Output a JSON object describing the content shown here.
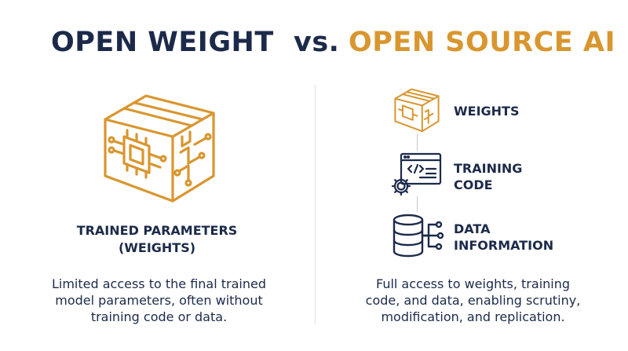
{
  "header": {
    "left_title": "OPEN WEIGHT",
    "vs": "vs.",
    "right_title": "OPEN SOURCE AI"
  },
  "left": {
    "icon": "weights-box-icon",
    "label_line1": "TRAINED PARAMETERS",
    "label_line2": "(WEIGHTS)",
    "desc_line1": "Limited access to the final trained",
    "desc_line2": "model parameters, often without",
    "desc_line3": "training code or data."
  },
  "right": {
    "items": [
      {
        "icon": "weights-box-icon",
        "line1": "WEIGHTS",
        "line2": ""
      },
      {
        "icon": "training-code-icon",
        "line1": "TRAINING",
        "line2": "CODE"
      },
      {
        "icon": "database-icon",
        "line1": "DATA",
        "line2": "INFORMATION"
      }
    ],
    "desc_line1": "Full access to weights, training",
    "desc_line2": "code, and data, enabling scrutiny,",
    "desc_line3": "modification, and replication."
  },
  "colors": {
    "navy": "#1c2a4a",
    "gold": "#d9962f"
  }
}
